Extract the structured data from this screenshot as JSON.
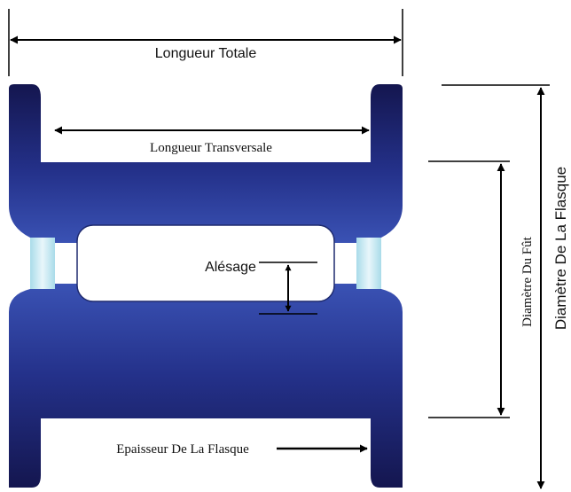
{
  "diagram": {
    "labels": {
      "total_length": "Longueur Totale",
      "transverse_length": "Longueur Transversale",
      "bore": "Alésage",
      "barrel_diameter": "Diamètre Du Fût",
      "flange_diameter": "Diamètre De La Flasque",
      "flange_thickness": "Epaisseur De La Flasque"
    },
    "colors": {
      "spool_dark": "#14164f",
      "spool_light": "#3a52b4",
      "bushing_light": "#e8f6fb",
      "bushing_mid": "#a9dbe9",
      "line": "#000000"
    }
  }
}
